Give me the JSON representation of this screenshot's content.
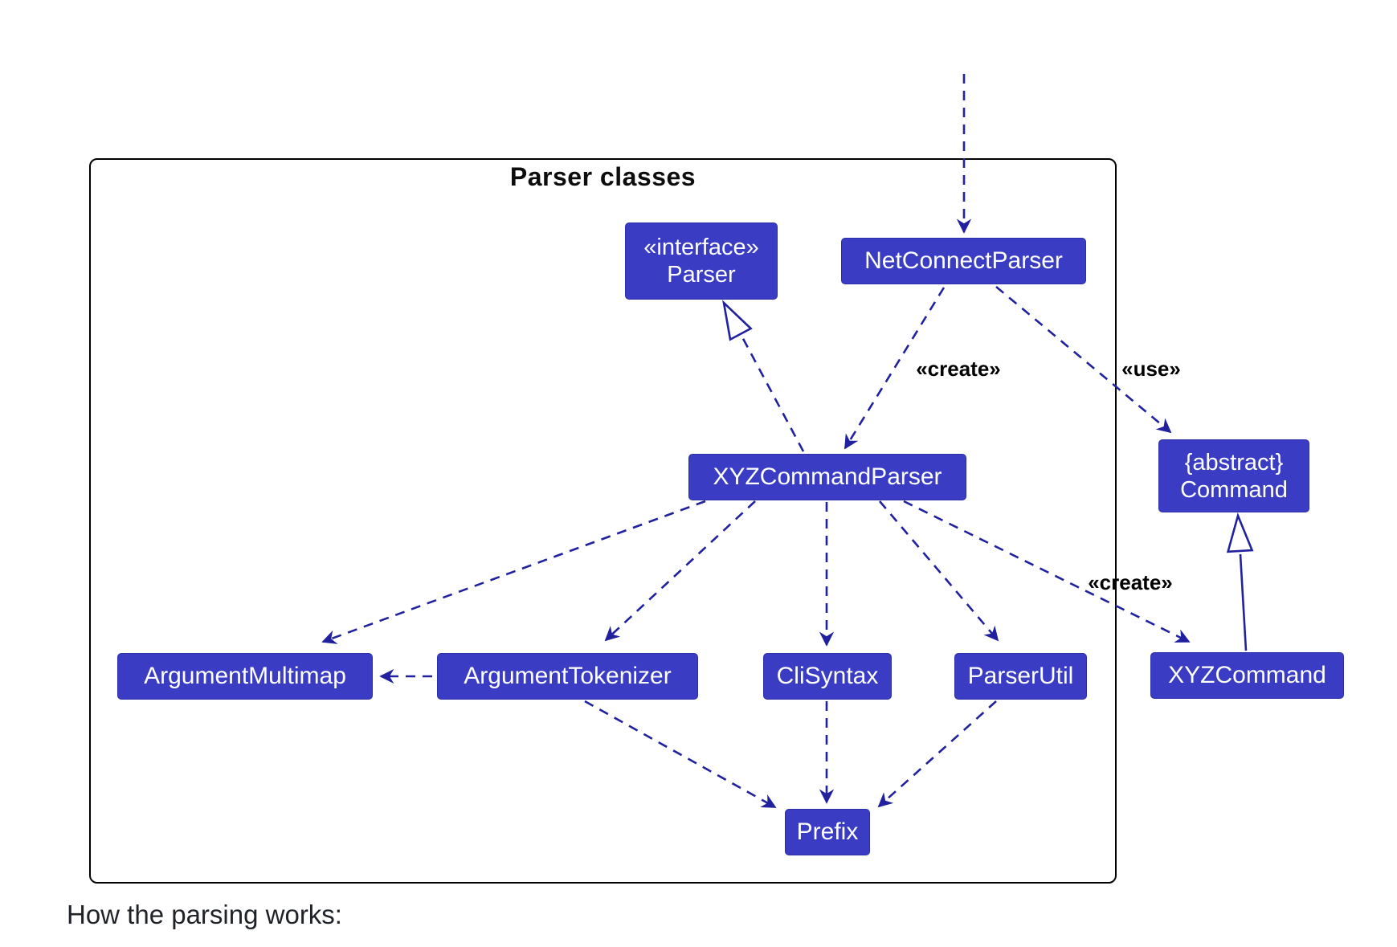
{
  "diagram": {
    "title": "Parser classes",
    "nodes": {
      "interface_parser": {
        "stereotype": "«interface»",
        "name": "Parser"
      },
      "net_connect_parser": {
        "name": "NetConnectParser"
      },
      "xyz_command_parser": {
        "name": "XYZCommandParser"
      },
      "abstract_command": {
        "stereotype": "{abstract}",
        "name": "Command"
      },
      "argument_multimap": {
        "name": "ArgumentMultimap"
      },
      "argument_tokenizer": {
        "name": "ArgumentTokenizer"
      },
      "cli_syntax": {
        "name": "CliSyntax"
      },
      "parser_util": {
        "name": "ParserUtil"
      },
      "xyz_command": {
        "name": "XYZCommand"
      },
      "prefix": {
        "name": "Prefix"
      }
    },
    "edge_labels": {
      "create_upper": "«create»",
      "use": "«use»",
      "create_lower": "«create»"
    },
    "footer": "How the parsing works:"
  },
  "colors": {
    "node_fill": "#3a3cc3",
    "node_border": "#2d2fa8",
    "node_text": "#ffffff",
    "edge": "#21219f",
    "frame_border": "#000000",
    "label_text": "#000000",
    "footer_text": "#1f2328"
  }
}
